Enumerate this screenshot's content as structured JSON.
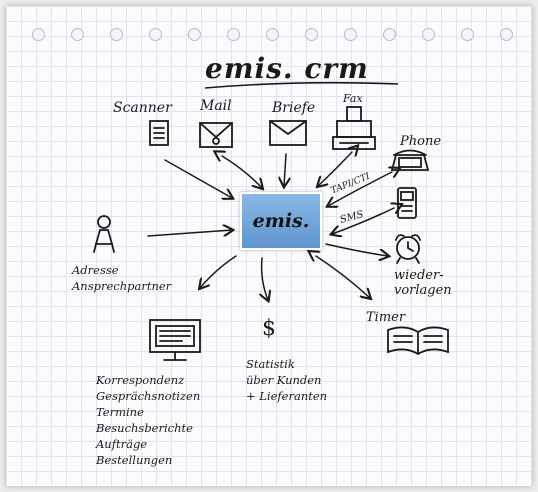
{
  "title": "emis. crm",
  "center_label": "emis.",
  "inputs": {
    "scanner": "Scanner",
    "mail": "Mail",
    "briefe": "Briefe",
    "fax": "Fax",
    "phone": "Phone"
  },
  "edge_labels": {
    "tapi": "TAPI/CTI",
    "sms": "SMS"
  },
  "left": {
    "line1": "Adresse",
    "line2": "Ansprechpartner"
  },
  "right": {
    "wiedervorlagen1": "wieder-",
    "wiedervorlagen2": "vorlagen",
    "timer": "Timer"
  },
  "bottom_left": [
    "Korrespondenz",
    "Gesprächsnotizen",
    "Termine",
    "Besuchsberichte",
    "Aufträge",
    "Bestellungen"
  ],
  "bottom_middle": {
    "symbol": "$",
    "line1": "Statistik",
    "line2": "über Kunden",
    "line3": "+ Lieferanten"
  }
}
